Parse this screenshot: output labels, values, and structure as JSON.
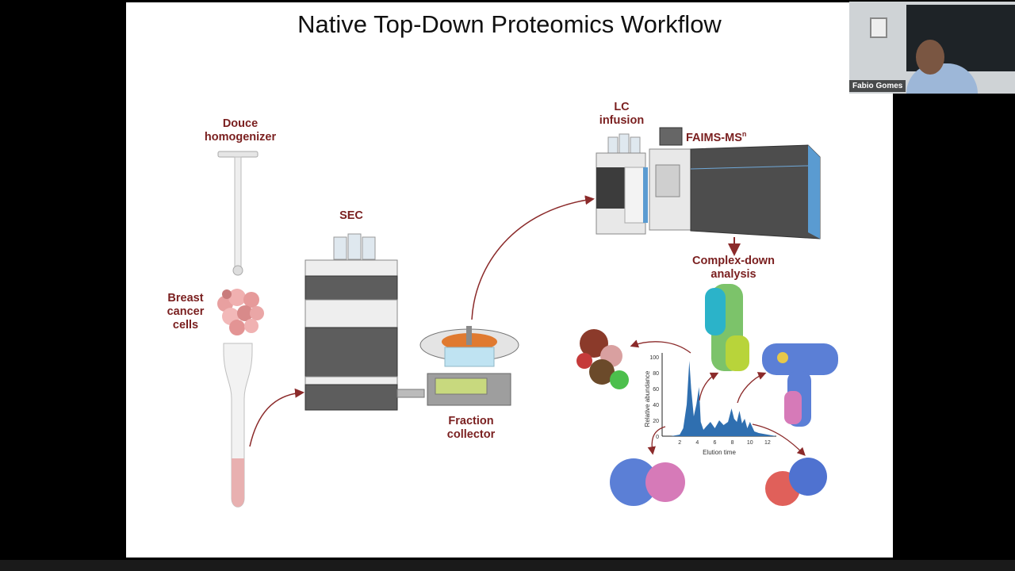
{
  "slide": {
    "title": "Native Top-Down Proteomics Workflow",
    "labels": {
      "douce": "Douce homogenizer",
      "breast": "Breast cancer cells",
      "sec": "SEC",
      "fraction": "Fraction collector",
      "lc": "LC infusion",
      "faims": "FAIMS-MS",
      "faims_sup": "n",
      "complex": "Complex-down analysis"
    },
    "chart": {
      "ylabel": "Relative abundance",
      "xlabel": "Elution time",
      "yticks": [
        "0",
        "20",
        "40",
        "60",
        "80",
        "100"
      ],
      "xticks": [
        "2",
        "4",
        "6",
        "8",
        "10",
        "12"
      ]
    }
  },
  "chart_data": {
    "type": "line",
    "xlabel": "Elution time",
    "ylabel": "Relative abundance",
    "xlim": [
      0,
      13
    ],
    "ylim": [
      0,
      100
    ],
    "x": [
      0.0,
      1.0,
      2.0,
      2.4,
      2.8,
      3.1,
      3.3,
      3.6,
      3.9,
      4.2,
      4.4,
      4.7,
      5.0,
      5.5,
      6.0,
      6.5,
      7.0,
      7.5,
      7.9,
      8.2,
      8.5,
      8.8,
      9.1,
      9.4,
      9.7,
      10.0,
      10.5,
      11.0,
      12.0,
      13.0
    ],
    "series": [
      {
        "values": [
          0,
          0,
          2,
          10,
          40,
          95,
          60,
          25,
          40,
          62,
          18,
          8,
          12,
          18,
          10,
          20,
          14,
          18,
          35,
          22,
          18,
          32,
          16,
          22,
          10,
          18,
          6,
          4,
          2,
          0
        ]
      }
    ]
  },
  "video": {
    "name": "Fabio Gomes"
  },
  "colors": {
    "label": "#7a1f1f",
    "arrow": "#8b2a2a",
    "chart_fill": "#2f6fb0"
  }
}
